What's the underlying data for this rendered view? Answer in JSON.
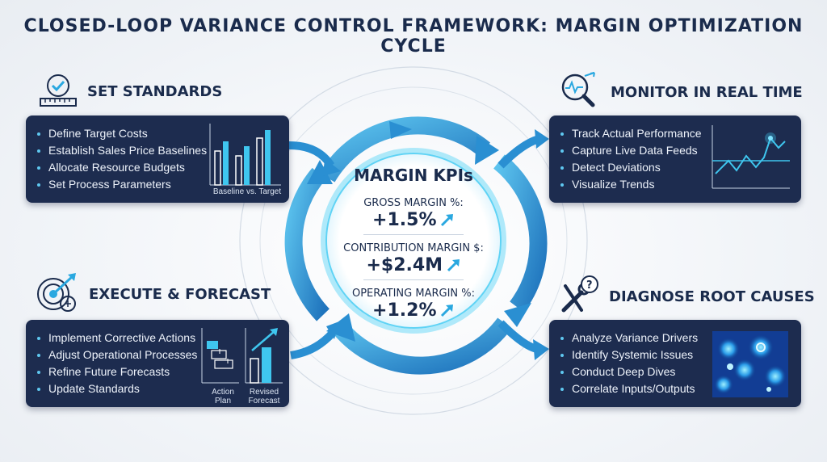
{
  "title": "CLOSED-LOOP VARIANCE CONTROL FRAMEWORK: MARGIN OPTIMIZATION CYCLE",
  "colors": {
    "navy_panel": "#1d2c4f",
    "accent_cyan": "#3fc6ef",
    "ring_blue": "#2b8ed0",
    "title_navy": "#1a2b4c"
  },
  "sections": {
    "set_standards": {
      "heading": "SET STANDARDS",
      "icon": "ruler-gauge-check-icon",
      "items": [
        "Define Target Costs",
        "Establish Sales Price Baselines",
        "Allocate Resource Budgets",
        "Set Process Parameters"
      ],
      "chart_caption": "Baseline vs. Target"
    },
    "monitor": {
      "heading": "MONITOR IN REAL TIME",
      "icon": "magnifier-pulse-icon",
      "items": [
        "Track Actual Performance",
        "Capture Live Data Feeds",
        "Detect Deviations",
        "Visualize Trends"
      ]
    },
    "execute": {
      "heading": "EXECUTE & FORECAST",
      "icon": "target-brain-icon",
      "items": [
        "Implement Corrective Actions",
        "Adjust Operational Processes",
        "Refine Future Forecasts",
        "Update Standards"
      ],
      "caption_left": "Action Plan",
      "caption_right": "Revised Forecast"
    },
    "diagnose": {
      "heading": "DIAGNOSE ROOT CAUSES",
      "icon": "wrench-question-icon",
      "items": [
        "Analyze Variance Drivers",
        "Identify Systemic Issues",
        "Conduct Deep Dives",
        "Correlate Inputs/Outputs"
      ]
    }
  },
  "center": {
    "title": "MARGIN KPIs",
    "kpis": [
      {
        "label": "GROSS MARGIN %:",
        "value": "+1.5%",
        "trend": "up"
      },
      {
        "label": "CONTRIBUTION MARGIN $:",
        "value": "+$2.4M",
        "trend": "up"
      },
      {
        "label": "OPERATING MARGIN %:",
        "value": "+1.2%",
        "trend": "up"
      }
    ]
  }
}
